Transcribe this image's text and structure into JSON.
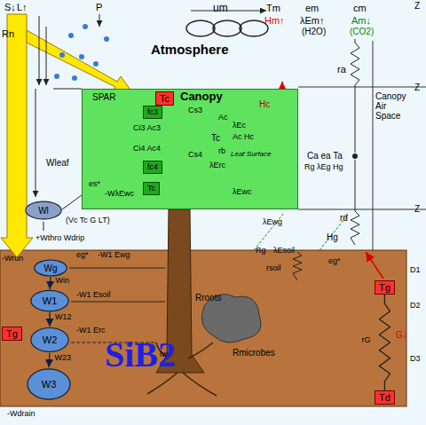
{
  "diagram": {
    "nodes": [
      {
        "text": [
          "Canopy"
        ]
      },
      {
        "text": [
          "Tc"
        ],
        "in": 0
      },
      {
        "text": [
          "fc3"
        ],
        "in": 0
      },
      {
        "text": [
          "fc4"
        ],
        "in": 0
      },
      {
        "text": [
          "Tc"
        ],
        "in": 0
      },
      {
        "text": [
          "Wl"
        ]
      },
      {
        "text": [
          "Tg"
        ]
      },
      {
        "text": [
          "Wg"
        ]
      },
      {
        "text": [
          "W1"
        ]
      },
      {
        "text": [
          "W2"
        ]
      },
      {
        "text": [
          "W3"
        ]
      },
      {
        "text": [
          "Tg"
        ]
      },
      {
        "text": [
          "Td"
        ]
      }
    ],
    "edges": [
      {
        "from": 7,
        "to": 8,
        "arrow": "to",
        "label": "Win"
      },
      {
        "from": 8,
        "to": 9,
        "arrow": "to",
        "label": "W12"
      },
      {
        "from": 9,
        "to": 10,
        "arrow": "to",
        "label": "W23"
      },
      {
        "from": 11,
        "to": 12,
        "arrow": "none",
        "label": "rG"
      }
    ],
    "labels": [
      "S↓",
      "L↑",
      "Rn",
      "P",
      "um",
      "Tm",
      "em",
      "cm",
      "Hm↑",
      "λEm↑",
      "Am↓",
      "(H2O)",
      "(CO2)",
      "Atmosphere",
      "ra",
      "Canopy Air Space",
      "Z",
      "Z",
      "Z",
      "SPAR",
      "Wleaf",
      "Ci3 Ac3",
      "Ci4 Ac4",
      "Cs3",
      "Cs4",
      "Ac",
      "Tc",
      "λEc",
      "Ac Hc",
      "Hc",
      "rb",
      "Leaf Surface",
      "es*",
      "λErc",
      "λEwc",
      "-WλEwc",
      "Ca ea Ta",
      "Rg λEg Hg",
      "(Vc Tc G LT)",
      "+Wthro Wdrip",
      "rd",
      "λEwg",
      "Hg",
      "Rg",
      "λEsoil",
      "rsoil",
      "eg*",
      "-Wrun",
      "eg*",
      "-W1 Ewg",
      "-W1 Esoil",
      "-W1 Erc",
      "lws",
      "Rroots",
      "Rmicrobes",
      "G↓",
      "D1",
      "D2",
      "D3",
      "-Wdrain",
      "SiB2"
    ]
  }
}
